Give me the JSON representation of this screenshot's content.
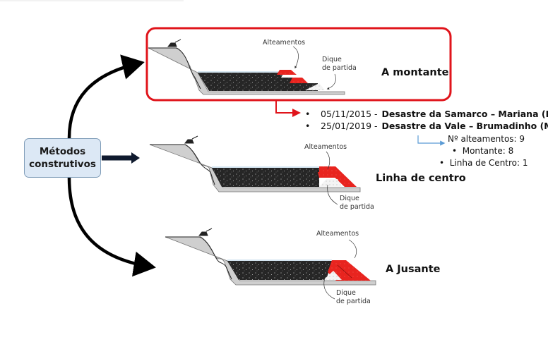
{
  "central_node": {
    "line1": "Métodos",
    "line2": "construtivos"
  },
  "methods": [
    {
      "name": "A montante",
      "highlighted": true,
      "annotation_raises": "Alteamentos",
      "annotation_dike_line1": "Dique",
      "annotation_dike_line2": "de partida"
    },
    {
      "name": "Linha de centro",
      "highlighted": false,
      "annotation_raises": "Alteamentos",
      "annotation_dike_line1": "Dique",
      "annotation_dike_line2": "de partida"
    },
    {
      "name": "A Jusante",
      "highlighted": false,
      "annotation_raises": "Alteamentos",
      "annotation_dike_line1": "Dique",
      "annotation_dike_line2": "de partida"
    }
  ],
  "events": [
    {
      "bullet": "•",
      "date": "05/11/2015 -",
      "name": "Desastre da Samarco – Mariana (MG)"
    },
    {
      "bullet": "•",
      "date": "25/01/2019 -",
      "name": "Desastre da Vale – Brumadinho (MG)"
    }
  ],
  "raises_stats": {
    "title": "Nº alteamentos: 9",
    "items": [
      "Montante: 8",
      "Linha de Centro: 1"
    ]
  },
  "colors": {
    "highlight_border": "#e0141b",
    "raise_fill": "#e8241f",
    "tailings_fill": "#2a2a2a",
    "box_fill": "#dce8f5",
    "connector_blue": "#5b9bd5"
  }
}
